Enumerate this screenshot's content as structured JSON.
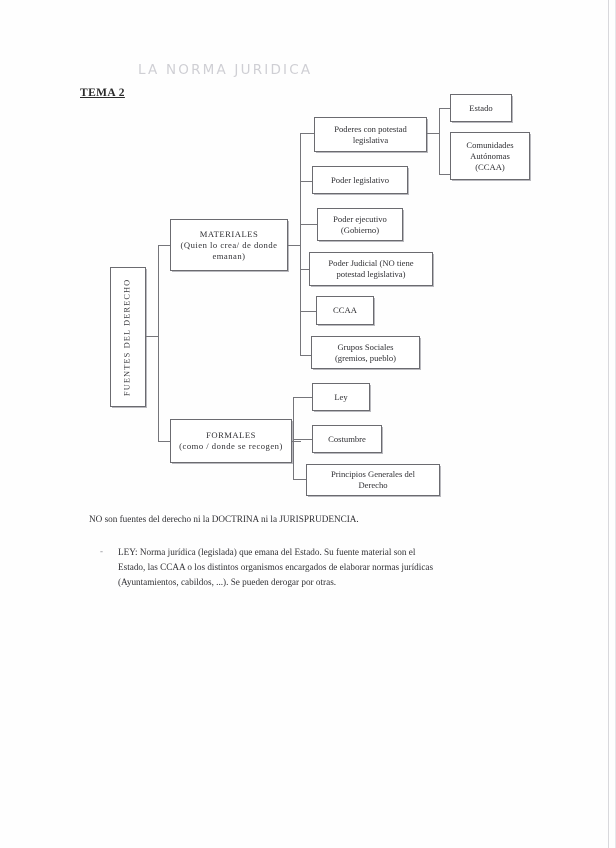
{
  "page": {
    "pencil_title": "LA NORMA JURIDICA",
    "heading": "TEMA 2"
  },
  "diagram": {
    "root": {
      "label": "FUENTES DEL DERECHO"
    },
    "branches": [
      {
        "id": "materiales",
        "title": "MATERIALES",
        "subtitle": "(Quien lo crea/ de donde emanan)",
        "children": [
          {
            "id": "poderes-potestad",
            "label": "Poderes con potestad legislativa",
            "children": [
              {
                "id": "estado",
                "label": "Estado"
              },
              {
                "id": "ccaa-full",
                "label": "Comunidades Autónomas (CCAA)"
              }
            ]
          },
          {
            "id": "poder-legislativo",
            "label": "Poder legislativo"
          },
          {
            "id": "poder-ejecutivo",
            "label": "Poder ejecutivo (Gobierno)"
          },
          {
            "id": "poder-judicial",
            "label": "Poder Judicial (NO tiene potestad legislativa)"
          },
          {
            "id": "ccaa",
            "label": "CCAA"
          },
          {
            "id": "grupos-sociales",
            "label": "Grupos Sociales (gremios, pueblo)"
          }
        ]
      },
      {
        "id": "formales",
        "title": "FORMALES",
        "subtitle": "(como / donde se recogen)",
        "children": [
          {
            "id": "ley",
            "label": "Ley"
          },
          {
            "id": "costumbre",
            "label": "Costumbre"
          },
          {
            "id": "principios-generales",
            "label": "Principios Generales del Derecho"
          }
        ]
      }
    ],
    "labels": {
      "poderes_line1": "Poderes con potestad",
      "poderes_line2": "legislativa",
      "estado": "Estado",
      "ccaa_line1": "Comunidades",
      "ccaa_line2": "Autónomas",
      "ccaa_line3": "(CCAA)",
      "poder_legislativo": "Poder legislativo",
      "ejecutivo_line1": "Poder ejecutivo",
      "ejecutivo_line2": "(Gobierno)",
      "judicial_line1": "Poder Judicial (NO tiene",
      "judicial_line2": "potestad legislativa)",
      "ccaa_short": "CCAA",
      "grupos_line1": "Grupos Sociales",
      "grupos_line2": "(gremios, pueblo)",
      "materiales_title": "MATERIALES",
      "materiales_sub1": "(Quien lo crea/ de donde",
      "materiales_sub2": "emanan)",
      "formales_title": "FORMALES",
      "formales_sub": "(como / donde se recogen)",
      "ley": "Ley",
      "costumbre": "Costumbre",
      "principios_line1": "Principios Generales del",
      "principios_line2": "Derecho"
    }
  },
  "body": {
    "no_fuentes": "NO son fuentes del derecho ni la DOCTRINA ni la JURISPRUDENCIA.",
    "bullet_marker": "-",
    "ley_line1": "LEY: Norma jurídica (legislada) que emana del Estado. Su fuente material son el",
    "ley_line2": "Estado, las CCAA o los distintos organismos encargados de elaborar normas jurídicas",
    "ley_line3": "(Ayuntamientos, cabildos, ...). Se pueden derogar por otras."
  },
  "colors": {
    "ink": "#2f2f33",
    "line": "#75757a",
    "pencil": "#cfcfd4",
    "paper": "#fefefe"
  }
}
